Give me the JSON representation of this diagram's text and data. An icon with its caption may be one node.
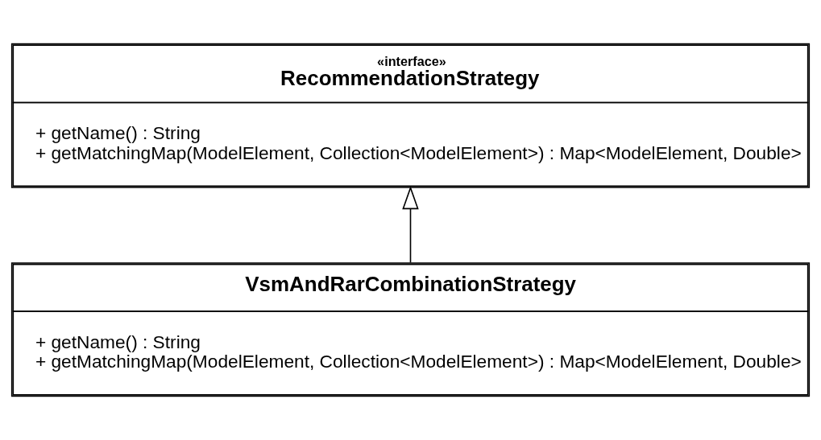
{
  "diagram": {
    "nodes": [
      {
        "text": [
          "«interface»",
          "RecommendationStrategy",
          "+ getName() : String",
          "+ getMatchingMap(ModelElement, Collection<ModelElement>) : Map<ModelElement, Double>"
        ]
      },
      {
        "text": [
          "VsmAndRarCombinationStrategy",
          "+ getName() : String",
          "+ getMatchingMap(ModelElement, Collection<ModelElement>) : Map<ModelElement, Double>"
        ]
      }
    ],
    "edges": [
      {
        "from": 1,
        "to": 0,
        "arrow": "to"
      }
    ]
  }
}
